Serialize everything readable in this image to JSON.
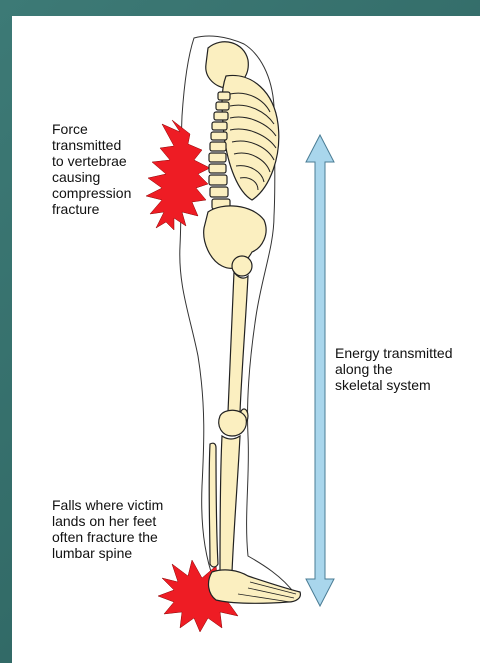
{
  "labels": {
    "force": "Force\ntransmitted\nto vertebrae\ncausing\ncompression\nfracture",
    "energy": "Energy transmitted\nalong the\nskeletal system",
    "falls": "Falls where victim\nlands on her feet\noften fracture the\nlumbar spine"
  },
  "colors": {
    "slide_background": "#2a5f5c",
    "bone_fill": "#fbefc0",
    "outline": "#222222",
    "impact_red": "#ee1c24",
    "arrow_fill": "#a9d6ec"
  },
  "icons": {
    "impact_upper": "red-starburst-icon",
    "impact_lower": "red-starburst-icon",
    "arrow": "double-headed-arrow-icon"
  }
}
